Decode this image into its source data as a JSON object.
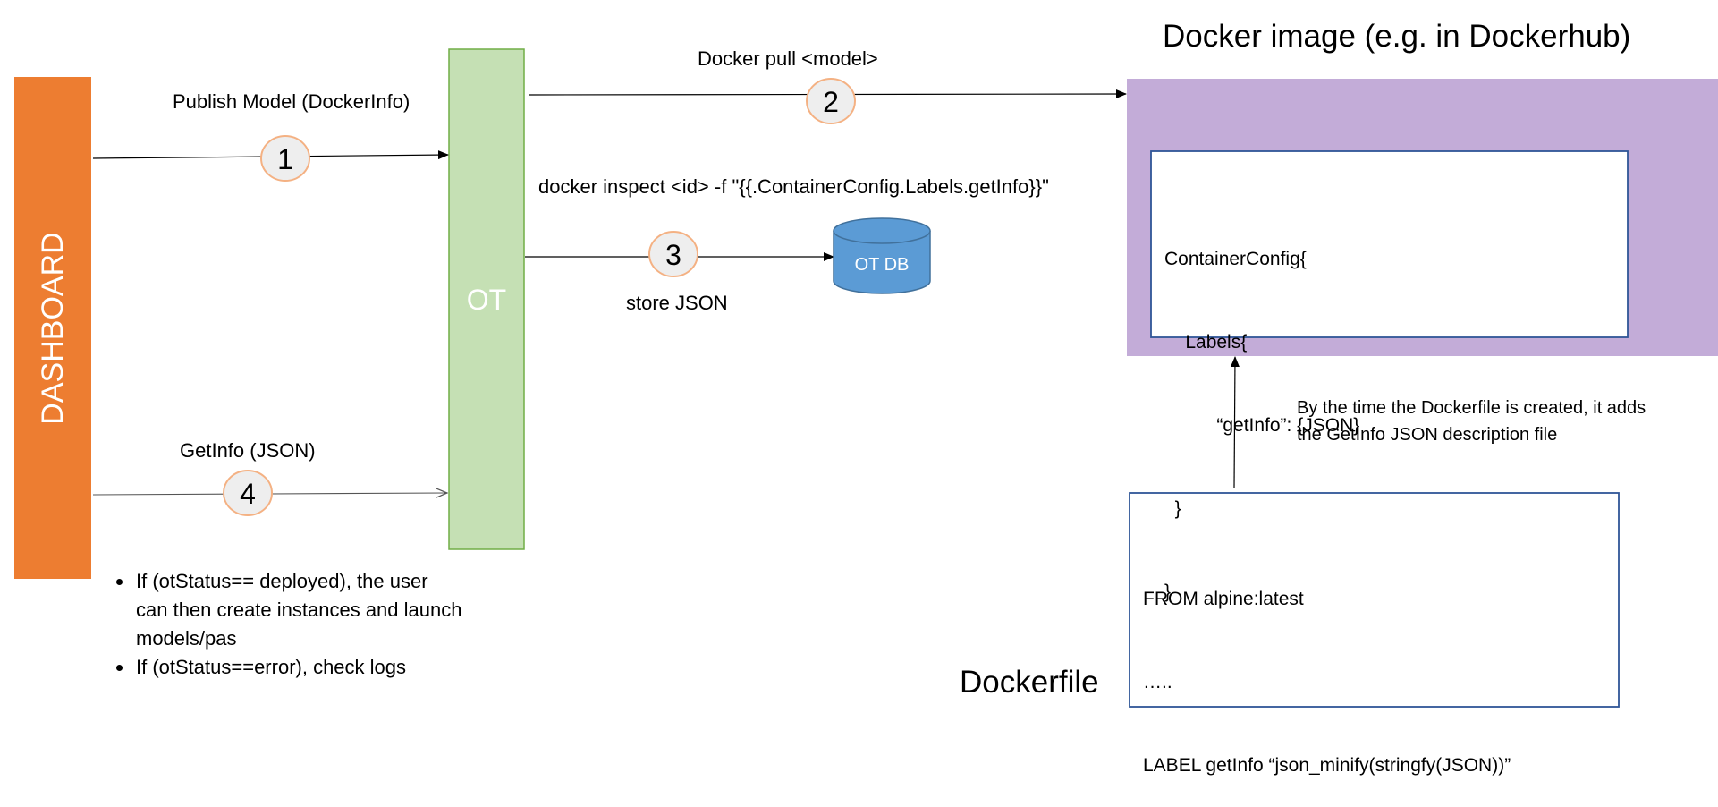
{
  "colors": {
    "dashboard": "#ed7d31",
    "ot": "#c5e0b4",
    "ot_border": "#70ad47",
    "docker_image_bg": "#c3acd8",
    "box_border": "#2f5597",
    "db": "#5b9bd5",
    "step_circle_fill": "#eeeeee",
    "step_circle_border": "#f4b183"
  },
  "nodes": {
    "dashboard": "DASHBOARD",
    "ot": "OT",
    "ot_db": "OT DB",
    "docker_image_title": "Docker image (e.g. in Dockerhub)",
    "dockerfile_title": "Dockerfile"
  },
  "container_config_lines": [
    "ContainerConfig{",
    "    Labels{",
    "          “getInfo”: {JSON}",
    "  }",
    "}"
  ],
  "dockerfile_lines": [
    "FROM alpine:latest",
    "…..",
    "LABEL getInfo “json_minify(stringfy(JSON))”"
  ],
  "steps": [
    {
      "number": "1",
      "label": "Publish Model (DockerInfo)"
    },
    {
      "number": "2",
      "label": "Docker pull <model>"
    },
    {
      "number": "3",
      "label": "docker inspect <id> -f \"{{.ContainerConfig.Labels.getInfo}}\"",
      "sublabel": "store JSON"
    },
    {
      "number": "4",
      "label": "GetInfo (JSON)"
    }
  ],
  "bullets": [
    "If (otStatus== deployed), the user can then create instances and  launch models/pas",
    "If (otStatus==error), check logs"
  ],
  "note_lines": [
    "By the time the Dockerfile is created, it adds",
    "the GetInfo JSON description file"
  ]
}
